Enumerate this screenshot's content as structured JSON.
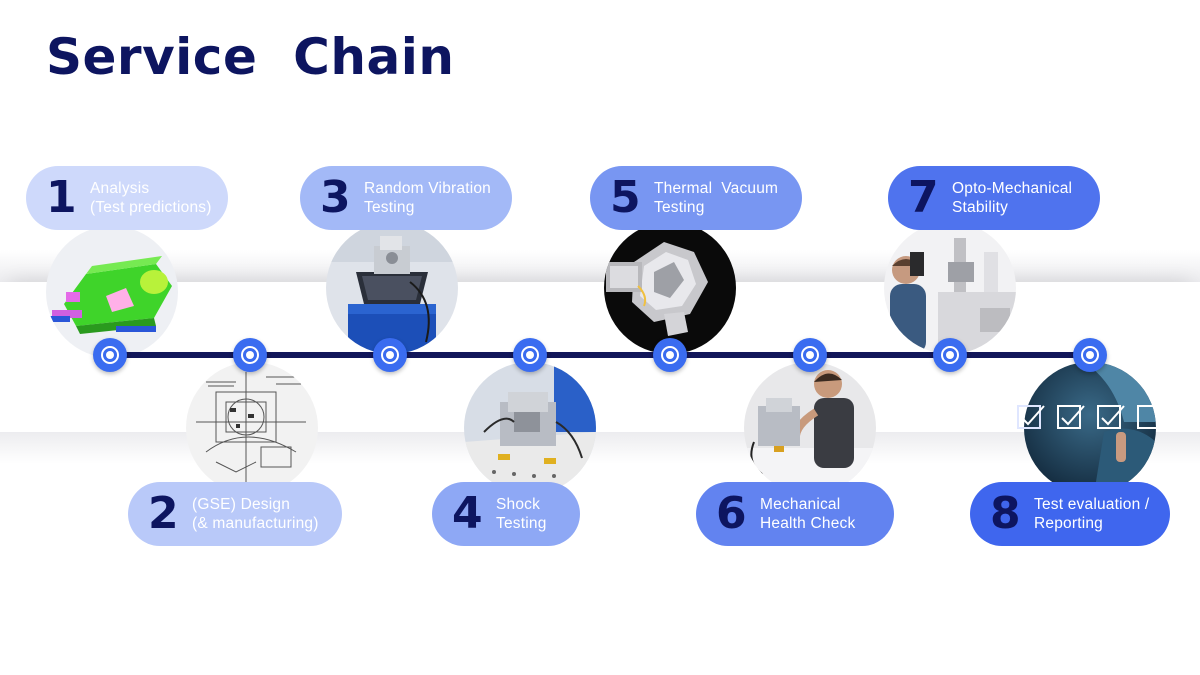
{
  "title": "Service  Chain",
  "steps": [
    {
      "num": "1",
      "line1": "Analysis",
      "line2": "(Test predictions)"
    },
    {
      "num": "2",
      "line1": "(GSE) Design",
      "line2": "(& manufacturing)"
    },
    {
      "num": "3",
      "line1": "Random Vibration",
      "line2": "Testing"
    },
    {
      "num": "4",
      "line1": "Shock",
      "line2": "Testing"
    },
    {
      "num": "5",
      "line1": "Thermal  Vacuum",
      "line2": "Testing"
    },
    {
      "num": "6",
      "line1": "Mechanical",
      "line2": "Health Check"
    },
    {
      "num": "7",
      "line1": "Opto-Mechanical",
      "line2": "Stability"
    },
    {
      "num": "8",
      "line1": "Test evaluation /",
      "line2": "Reporting"
    }
  ],
  "colors": {
    "title": "#0d1560",
    "timeline": "#12175a",
    "node": "#3a6cf0",
    "pill_gradient": [
      "#ced9fb",
      "#b9c9f9",
      "#a3b9f7",
      "#8ea8f5",
      "#7896f2",
      "#6283f0",
      "#4f73ee",
      "#3f66ee"
    ]
  },
  "photos": [
    {
      "icon": "cad-model-icon"
    },
    {
      "icon": "technical-drawing-icon"
    },
    {
      "icon": "vibration-shaker-icon"
    },
    {
      "icon": "shock-test-fixture-icon"
    },
    {
      "icon": "thermal-blanket-icon"
    },
    {
      "icon": "technician-icon"
    },
    {
      "icon": "measurement-instrument-icon"
    },
    {
      "icon": "checkbox-touch-icon"
    }
  ]
}
